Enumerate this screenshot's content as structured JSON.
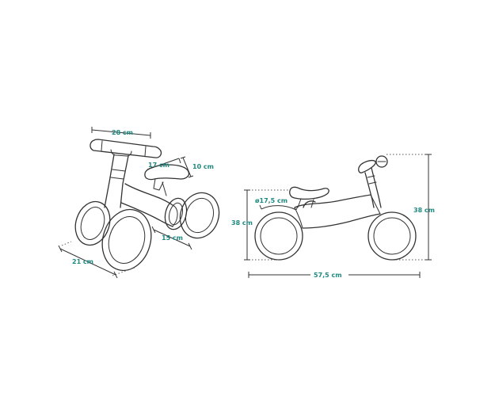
{
  "label_color": "#333333",
  "accent_color": "#1f8a80",
  "line_color": "#333333",
  "dimensions": {
    "handlebar_width": "28 cm",
    "seat_length": "17 cm",
    "seat_width": "10 cm",
    "rear_axle_width": "15 cm",
    "overall_width": "21 cm",
    "wheel_diameter": "ø17,5 cm",
    "seat_height": "38 cm",
    "handlebar_height": "38 cm",
    "overall_length": "57,5 cm"
  }
}
